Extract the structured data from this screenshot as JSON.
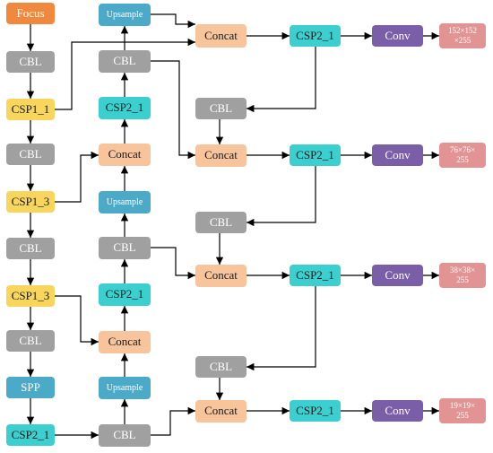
{
  "colors": {
    "focus": "#F0883E",
    "cbl": "#A0A0A0",
    "csp1": "#F8D65E",
    "csp2": "#3CCFCF",
    "concat": "#F8C49C",
    "upsample": "#4AAAC8",
    "spp": "#4AAAC8",
    "conv": "#7B5EA8",
    "output": "#E29494",
    "edge": "#000000"
  },
  "backbone": {
    "focus": "Focus",
    "cbl_1": "CBL",
    "csp1_1": "CSP1_1",
    "cbl_2": "CBL",
    "csp1_3a": "CSP1_3",
    "cbl_3": "CBL",
    "csp1_3b": "CSP1_3",
    "cbl_4": "CBL",
    "spp": "SPP",
    "csp2_1": "CSP2_1"
  },
  "neck": {
    "upsample_1": "Upsample",
    "cbl_1": "CBL",
    "csp2_1a": "CSP2_1",
    "concat_1": "Concat",
    "upsample_2": "Upsample",
    "cbl_2": "CBL",
    "csp2_1b": "CSP2_1",
    "concat_2": "Concat",
    "upsample_3": "Upsample",
    "cbl_3": "CBL"
  },
  "head": {
    "concat_1": "Concat",
    "csp2_1": "CSP2_1",
    "conv_1": "Conv",
    "out_1a": "152×152",
    "out_1b": "×255",
    "cbl_1": "CBL",
    "concat_2": "Concat",
    "csp2_2": "CSP2_1",
    "conv_2": "Conv",
    "out_2a": "76×76×",
    "out_2b": "255",
    "cbl_2": "CBL",
    "concat_3": "Concat",
    "csp2_3": "CSP2_1",
    "conv_3": "Conv",
    "out_3a": "38×38×",
    "out_3b": "255",
    "cbl_3": "CBL",
    "concat_4": "Concat",
    "csp2_4": "CSP2_1",
    "conv_4": "Conv",
    "out_4a": "19×19×",
    "out_4b": "255"
  }
}
